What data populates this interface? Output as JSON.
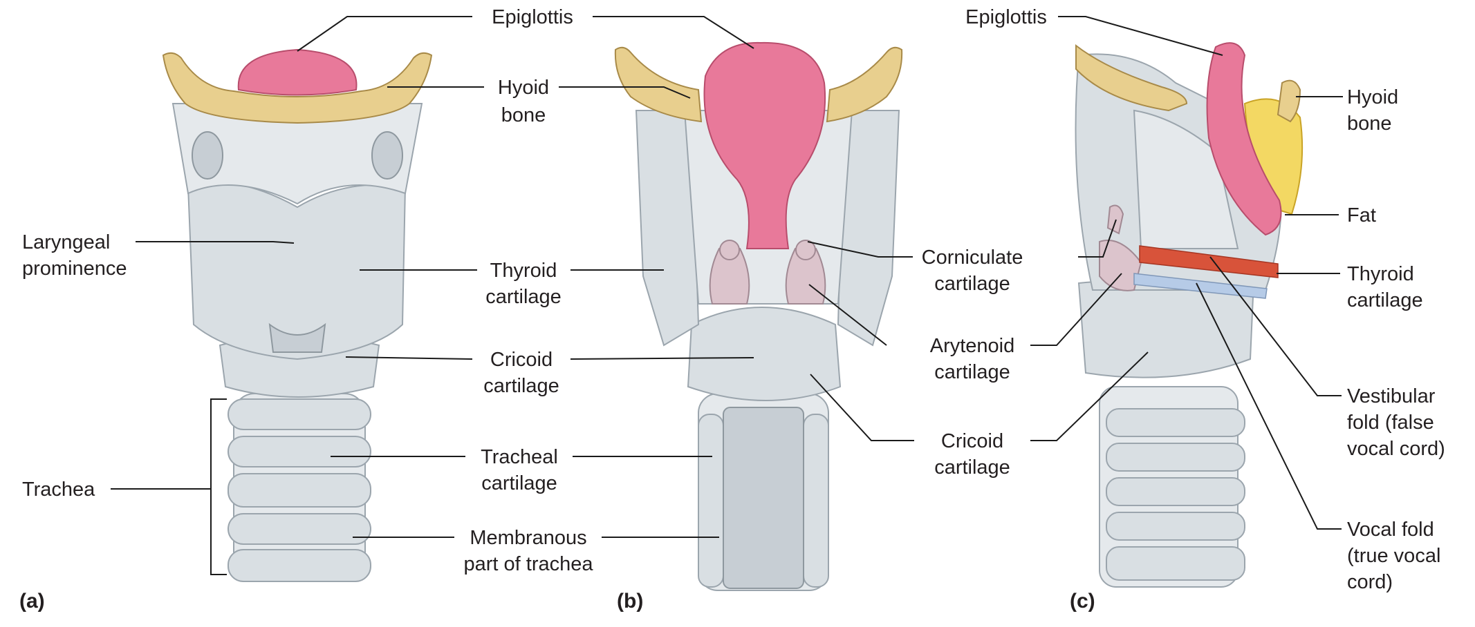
{
  "panels": {
    "a": "(a)",
    "b": "(b)",
    "c": "(c)"
  },
  "labels": {
    "a_epiglottis": "Epiglottis",
    "a_hyoid_1": "Hyoid",
    "a_hyoid_2": "bone",
    "a_laryngeal_1": "Laryngeal",
    "a_laryngeal_2": "prominence",
    "a_thyroid_1": "Thyroid",
    "a_thyroid_2": "cartilage",
    "a_cricoid_1": "Cricoid",
    "a_cricoid_2": "cartilage",
    "a_trachea": "Trachea",
    "a_tracheal_1": "Tracheal",
    "a_tracheal_2": "cartilage",
    "a_membranous_1": "Membranous",
    "a_membranous_2": "part of trachea",
    "b_corniculate_1": "Corniculate",
    "b_corniculate_2": "cartilage",
    "b_arytenoid_1": "Arytenoid",
    "b_arytenoid_2": "cartilage",
    "b_cricoid_1": "Cricoid",
    "b_cricoid_2": "cartilage",
    "c_epiglottis": "Epiglottis",
    "c_hyoid_1": "Hyoid",
    "c_hyoid_2": "bone",
    "c_fat": "Fat",
    "c_thyroid_1": "Thyroid",
    "c_thyroid_2": "cartilage",
    "c_vestibular_1": "Vestibular",
    "c_vestibular_2": "fold (false",
    "c_vestibular_3": "vocal cord)",
    "c_vocal_1": "Vocal fold",
    "c_vocal_2": "(true vocal",
    "c_vocal_3": "cord)"
  },
  "colors": {
    "epiglottis": "#e8799a",
    "hyoid_bone": "#e8cf8e",
    "cartilage": "#d9dfe3",
    "fat": "#f3d863",
    "vestibular_fold": "#d8533a",
    "vocal_fold": "#b6cbe7"
  }
}
